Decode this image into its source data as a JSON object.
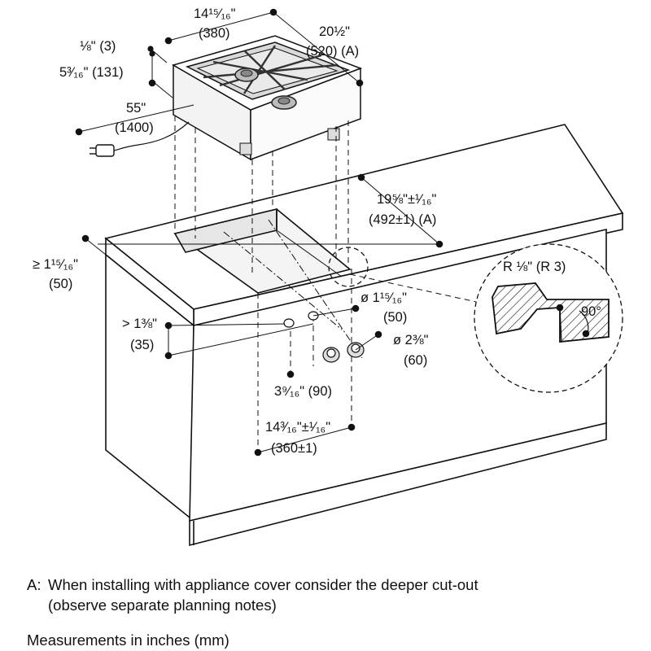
{
  "dims": {
    "width_in": "14¹⁵⁄₁₆\"",
    "width_mm": "(380)",
    "depth_in": "20½\"",
    "depth_mm": "(520) (A)",
    "gap_in": "⅛\" (3)",
    "height_in": "5³⁄₁₆\" (131)",
    "cable_in": "55\"",
    "cable_mm": "(1400)",
    "cutout_depth_in": "19⅝\"±¹⁄₁₆\"",
    "cutout_depth_mm": "(492±1) (A)",
    "edge_dist_in": "≥ 1¹⁵⁄₁₆\"",
    "edge_dist_mm": "(50)",
    "hole_dia_in": "ø 1¹⁵⁄₁₆\"",
    "hole_dia_mm": "(50)",
    "hole_offset_in": "> 1⅜\"",
    "hole_offset_mm": "(35)",
    "knob_dia_in": "ø 2⅜\"",
    "knob_dia_mm": "(60)",
    "hole_spacing": "3⁹⁄₁₆\" (90)",
    "cutout_width_in": "14³⁄₁₆\"±¹⁄₁₆\"",
    "cutout_width_mm": "(360±1)",
    "radius": "R ⅛\" (R 3)",
    "angle": "90°"
  },
  "notes": {
    "a_key": "A:",
    "a_line1": "When installing with appliance cover consider the deeper cut-out",
    "a_line2": "(observe separate planning notes)",
    "units": "Measurements in inches (mm)"
  }
}
